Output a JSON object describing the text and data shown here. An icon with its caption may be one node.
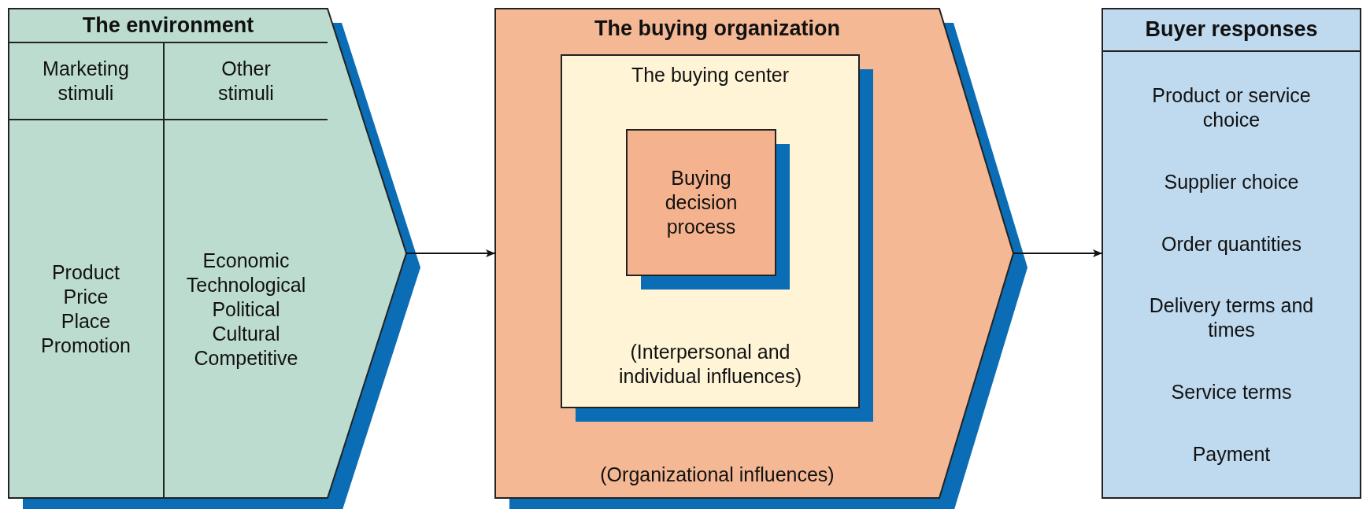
{
  "diagram": {
    "nodes": [
      {
        "text": [
          "The environment"
        ]
      },
      {
        "text": [
          "Marketing stimuli"
        ],
        "in": 0
      },
      {
        "text": [
          "Other stimuli"
        ],
        "in": 0
      },
      {
        "text": [
          "Product",
          "Price",
          "Place",
          "Promotion"
        ],
        "in": 0
      },
      {
        "text": [
          "Economic",
          "Technological",
          "Political",
          "Cultural",
          "Competitive"
        ],
        "in": 0
      },
      {
        "text": [
          "The buying organization",
          "(Organizational influences)"
        ]
      },
      {
        "text": [
          "The buying center",
          "(Interpersonal and individual influences)"
        ],
        "in": 5
      },
      {
        "text": [
          "Buying decision process"
        ],
        "in": 6
      },
      {
        "text": [
          "Buyer responses",
          "Product or service choice",
          "Supplier choice",
          "Order quantities",
          "Delivery terms and times",
          "Service terms",
          "Payment"
        ]
      }
    ],
    "edges": [
      {
        "from": 0,
        "to": 5,
        "arrow": "to"
      },
      {
        "from": 5,
        "to": 8,
        "arrow": "to"
      }
    ]
  }
}
